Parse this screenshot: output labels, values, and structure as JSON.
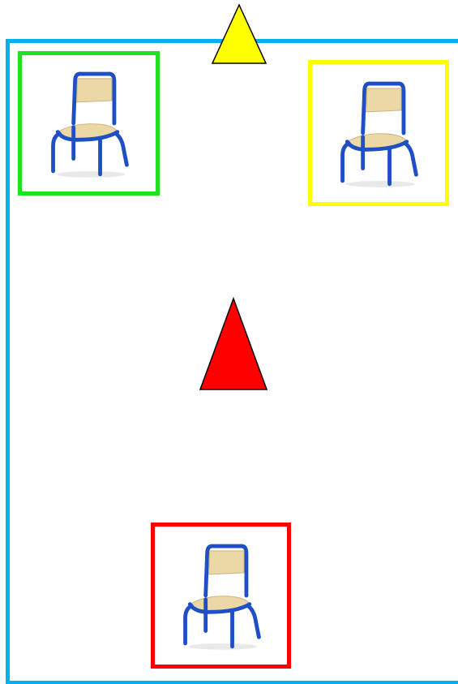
{
  "colors": {
    "room_border": "#00b0f0",
    "green_frame": "#22e022",
    "yellow_frame": "#ffff00",
    "red_frame": "#ff0000",
    "top_triangle_fill": "#ffff00",
    "center_triangle_fill": "#ff0000",
    "triangle_outline": "#000000",
    "chair_metal": "#1f4fc4",
    "chair_wood": "#ecd7a6"
  },
  "icons": {
    "chair": "chair-icon",
    "triangle": "triangle-icon"
  },
  "chairs": [
    {
      "frame_color": "green"
    },
    {
      "frame_color": "yellow"
    },
    {
      "frame_color": "red"
    }
  ],
  "triangles": [
    {
      "color": "yellow"
    },
    {
      "color": "red"
    }
  ]
}
